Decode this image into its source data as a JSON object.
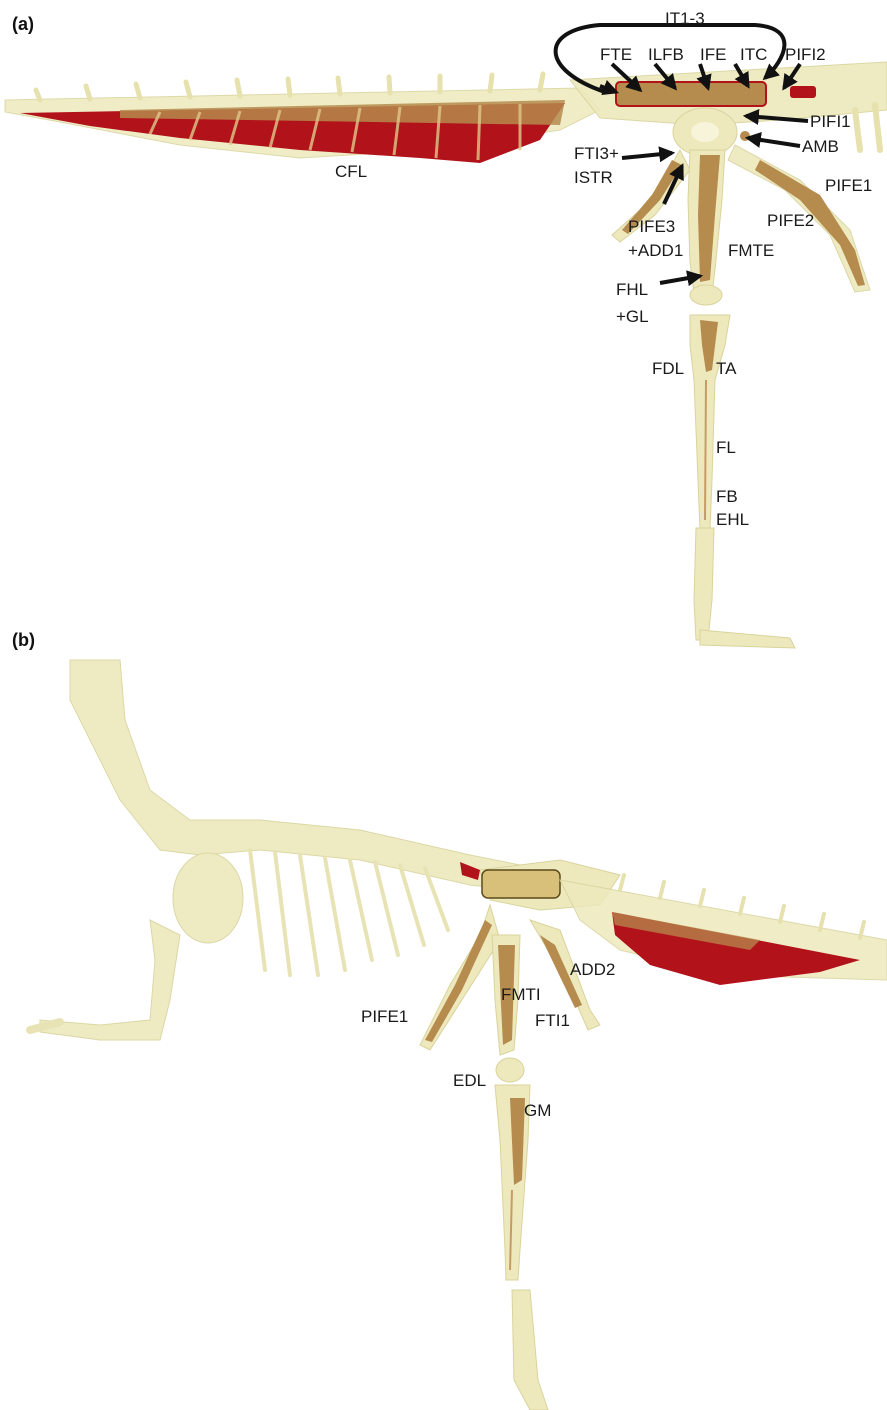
{
  "panels": [
    {
      "label": "(a)",
      "annotations": [
        "IT1-3",
        "FTE",
        "ILFB",
        "IFE",
        "ITC",
        "PIFI2",
        "PIFI1",
        "AMB",
        "CFL",
        "FTI3+",
        "ISTR",
        "PIFE1",
        "PIFE3",
        "+ADD1",
        "PIFE2",
        "FMTE",
        "FHL",
        "+GL",
        "FDL",
        "TA",
        "FL",
        "FB",
        "EHL"
      ]
    },
    {
      "label": "(b)",
      "annotations": [
        "ADD2",
        "FMTI",
        "PIFE1",
        "FTI1",
        "EDL",
        "GM"
      ]
    }
  ],
  "colors": {
    "bone": "#ede9bd",
    "muscle_red": "#b2121a",
    "muscle_tan": "#b58b4e",
    "text": "#1a1a1a"
  }
}
